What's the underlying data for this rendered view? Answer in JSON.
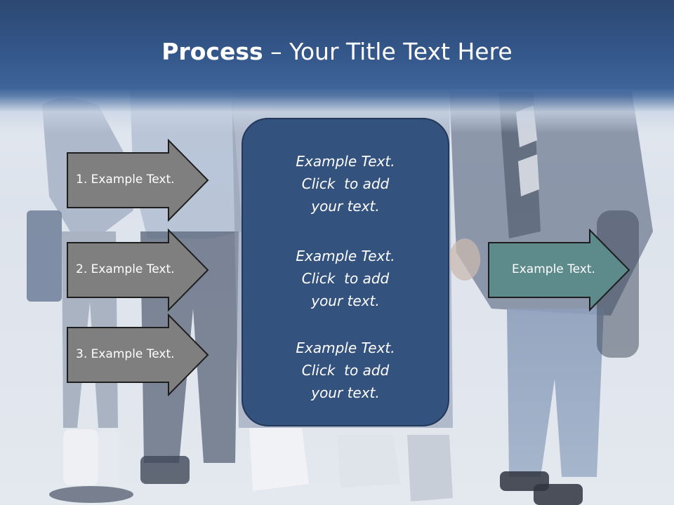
{
  "slide": {
    "title_bold": "Process",
    "title_rest": " – Your Title Text Here",
    "background": "photo-of-group-of-students-in-jeans-and-sneakers",
    "colors": {
      "title_band": "#34578a",
      "left_arrow_fill": "#7f7f7f",
      "right_arrow_fill": "#5d8a8a",
      "center_box_fill": "#34527e"
    }
  },
  "left_steps": [
    {
      "label": "1. Example Text."
    },
    {
      "label": "2. Example Text."
    },
    {
      "label": "3. Example Text."
    }
  ],
  "center_blocks": [
    {
      "line1": "Example Text.",
      "line2": "Click  to add",
      "line3": "your text."
    },
    {
      "line1": "Example Text.",
      "line2": "Click  to add",
      "line3": "your text."
    },
    {
      "line1": "Example Text.",
      "line2": "Click  to add",
      "line3": "your text."
    }
  ],
  "right_arrow": {
    "label": "Example Text."
  }
}
